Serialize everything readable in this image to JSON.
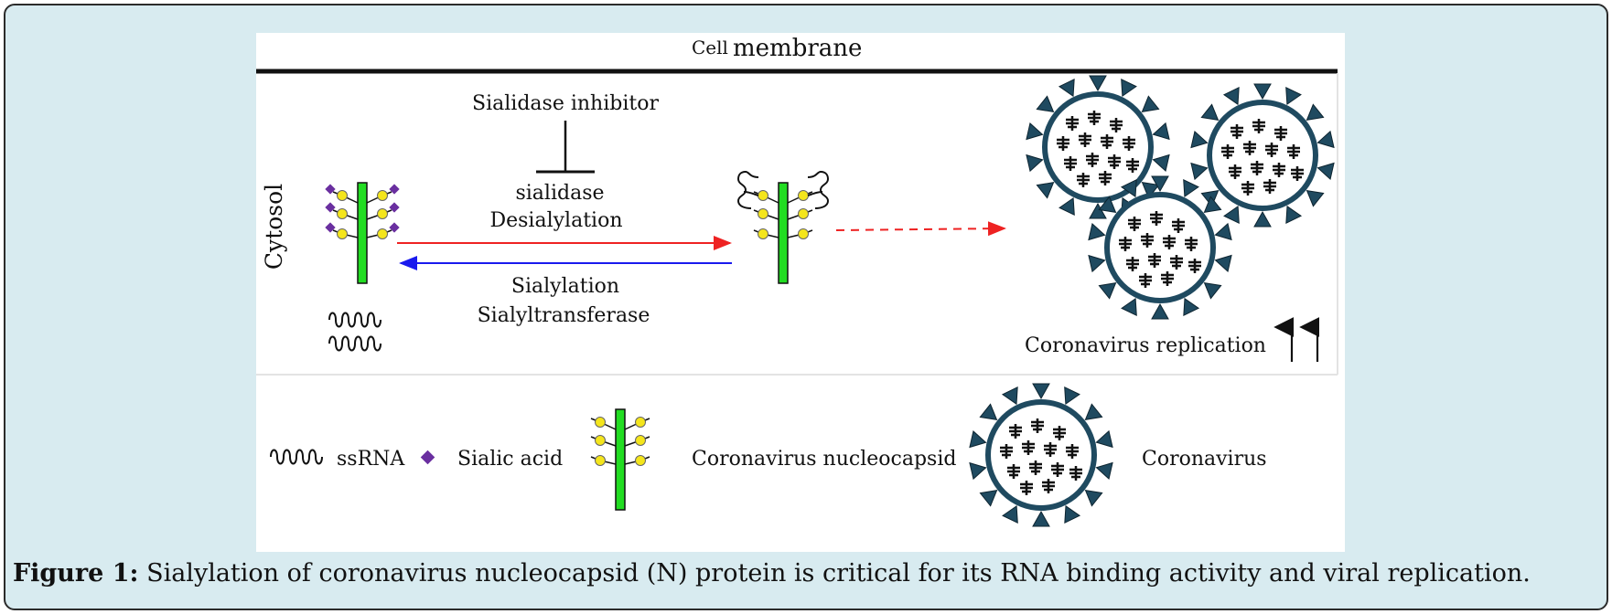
{
  "diagram": {
    "membrane_label_small": "Cell",
    "membrane_label_large": "membrane",
    "compartment_label": "Cytosol",
    "inhibitor_label": "Sialidase inhibitor",
    "forward_enzyme": "sialidase",
    "forward_process": "Desialylation",
    "reverse_process": "Sialylation",
    "reverse_enzyme": "Sialyltransferase",
    "replication_label": "Coronavirus replication",
    "colors": {
      "stem": "#22dd22",
      "glycan": "#f4e51c",
      "sialic_acid": "#6a2fa0",
      "forward_arrow": "#ee2222",
      "reverse_arrow": "#1a1aee",
      "virus_fill": "#1f4a60"
    }
  },
  "legend": {
    "ssrna": "ssRNA",
    "sialic_acid": "Sialic acid",
    "nucleocapsid": "Coronavirus nucleocapsid",
    "virus": "Coronavirus"
  },
  "caption": {
    "label": "Figure 1:",
    "text": " Sialylation of coronavirus nucleocapsid (N) protein is critical for its RNA binding activity and viral replication."
  }
}
